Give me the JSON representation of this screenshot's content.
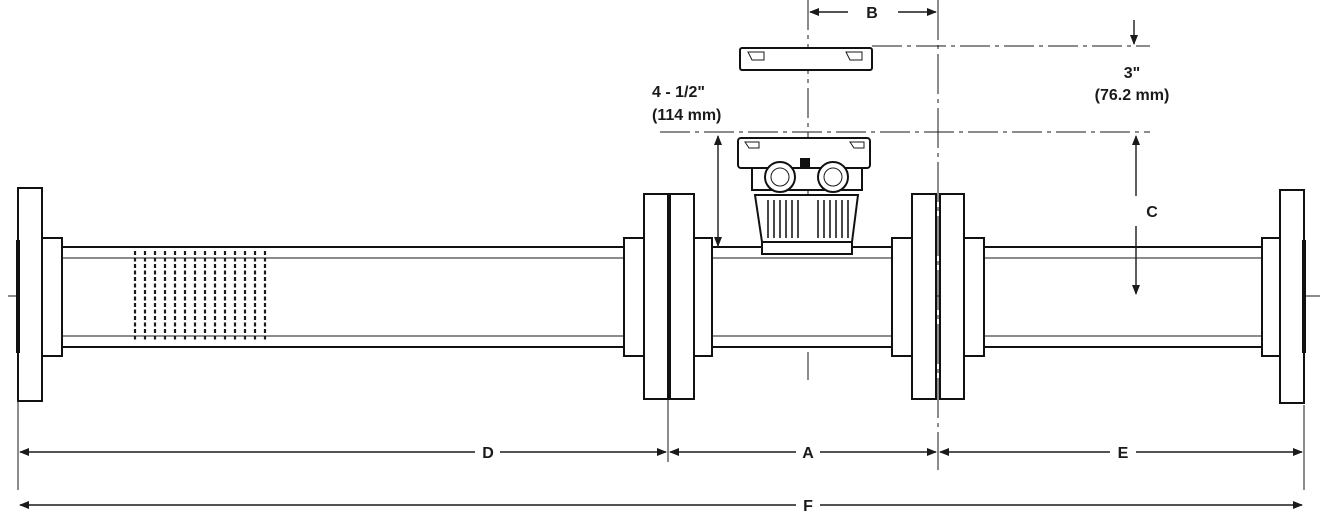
{
  "labels": {
    "a": "A",
    "b": "B",
    "c": "C",
    "d": "D",
    "e": "E",
    "f": "F",
    "dim_top_in": "3\"",
    "dim_top_mm": "(76.2 mm)",
    "dim_height_in": "4 - 1/2\"",
    "dim_height_mm": "(114 mm)"
  },
  "colors": {
    "line": "#1a1a1a",
    "background": "#ffffff"
  }
}
